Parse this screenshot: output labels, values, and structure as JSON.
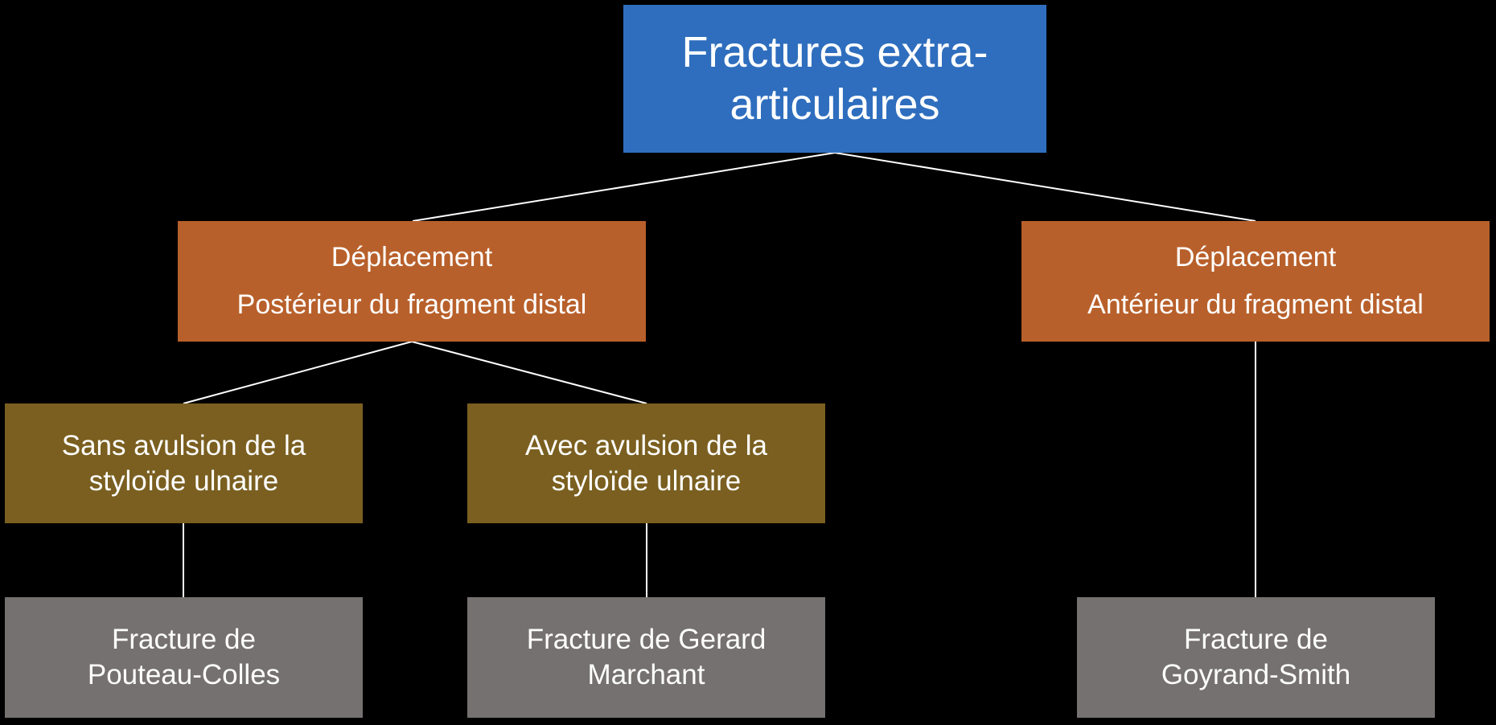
{
  "root": {
    "line1": "Fractures extra-",
    "line2": "articulaires"
  },
  "level1": [
    {
      "line1": "Déplacement",
      "line2": "Postérieur du fragment distal"
    },
    {
      "line1": "Déplacement",
      "line2": "Antérieur du fragment distal"
    }
  ],
  "level2": [
    {
      "line1": "Sans avulsion de la",
      "line2": "styloïde ulnaire"
    },
    {
      "line1": "Avec avulsion de la",
      "line2": "styloïde ulnaire"
    }
  ],
  "level3": [
    {
      "line1": "Fracture de",
      "line2": "Pouteau-Colles"
    },
    {
      "line1": "Fracture de Gerard",
      "line2": "Marchant"
    },
    {
      "line1": "Fracture de",
      "line2": "Goyrand-Smith"
    }
  ],
  "colors": {
    "root": "#2f6ebe",
    "level1": "#b8602b",
    "level2": "#7a5f20",
    "level3": "#757170",
    "connector": "#ffffff"
  }
}
